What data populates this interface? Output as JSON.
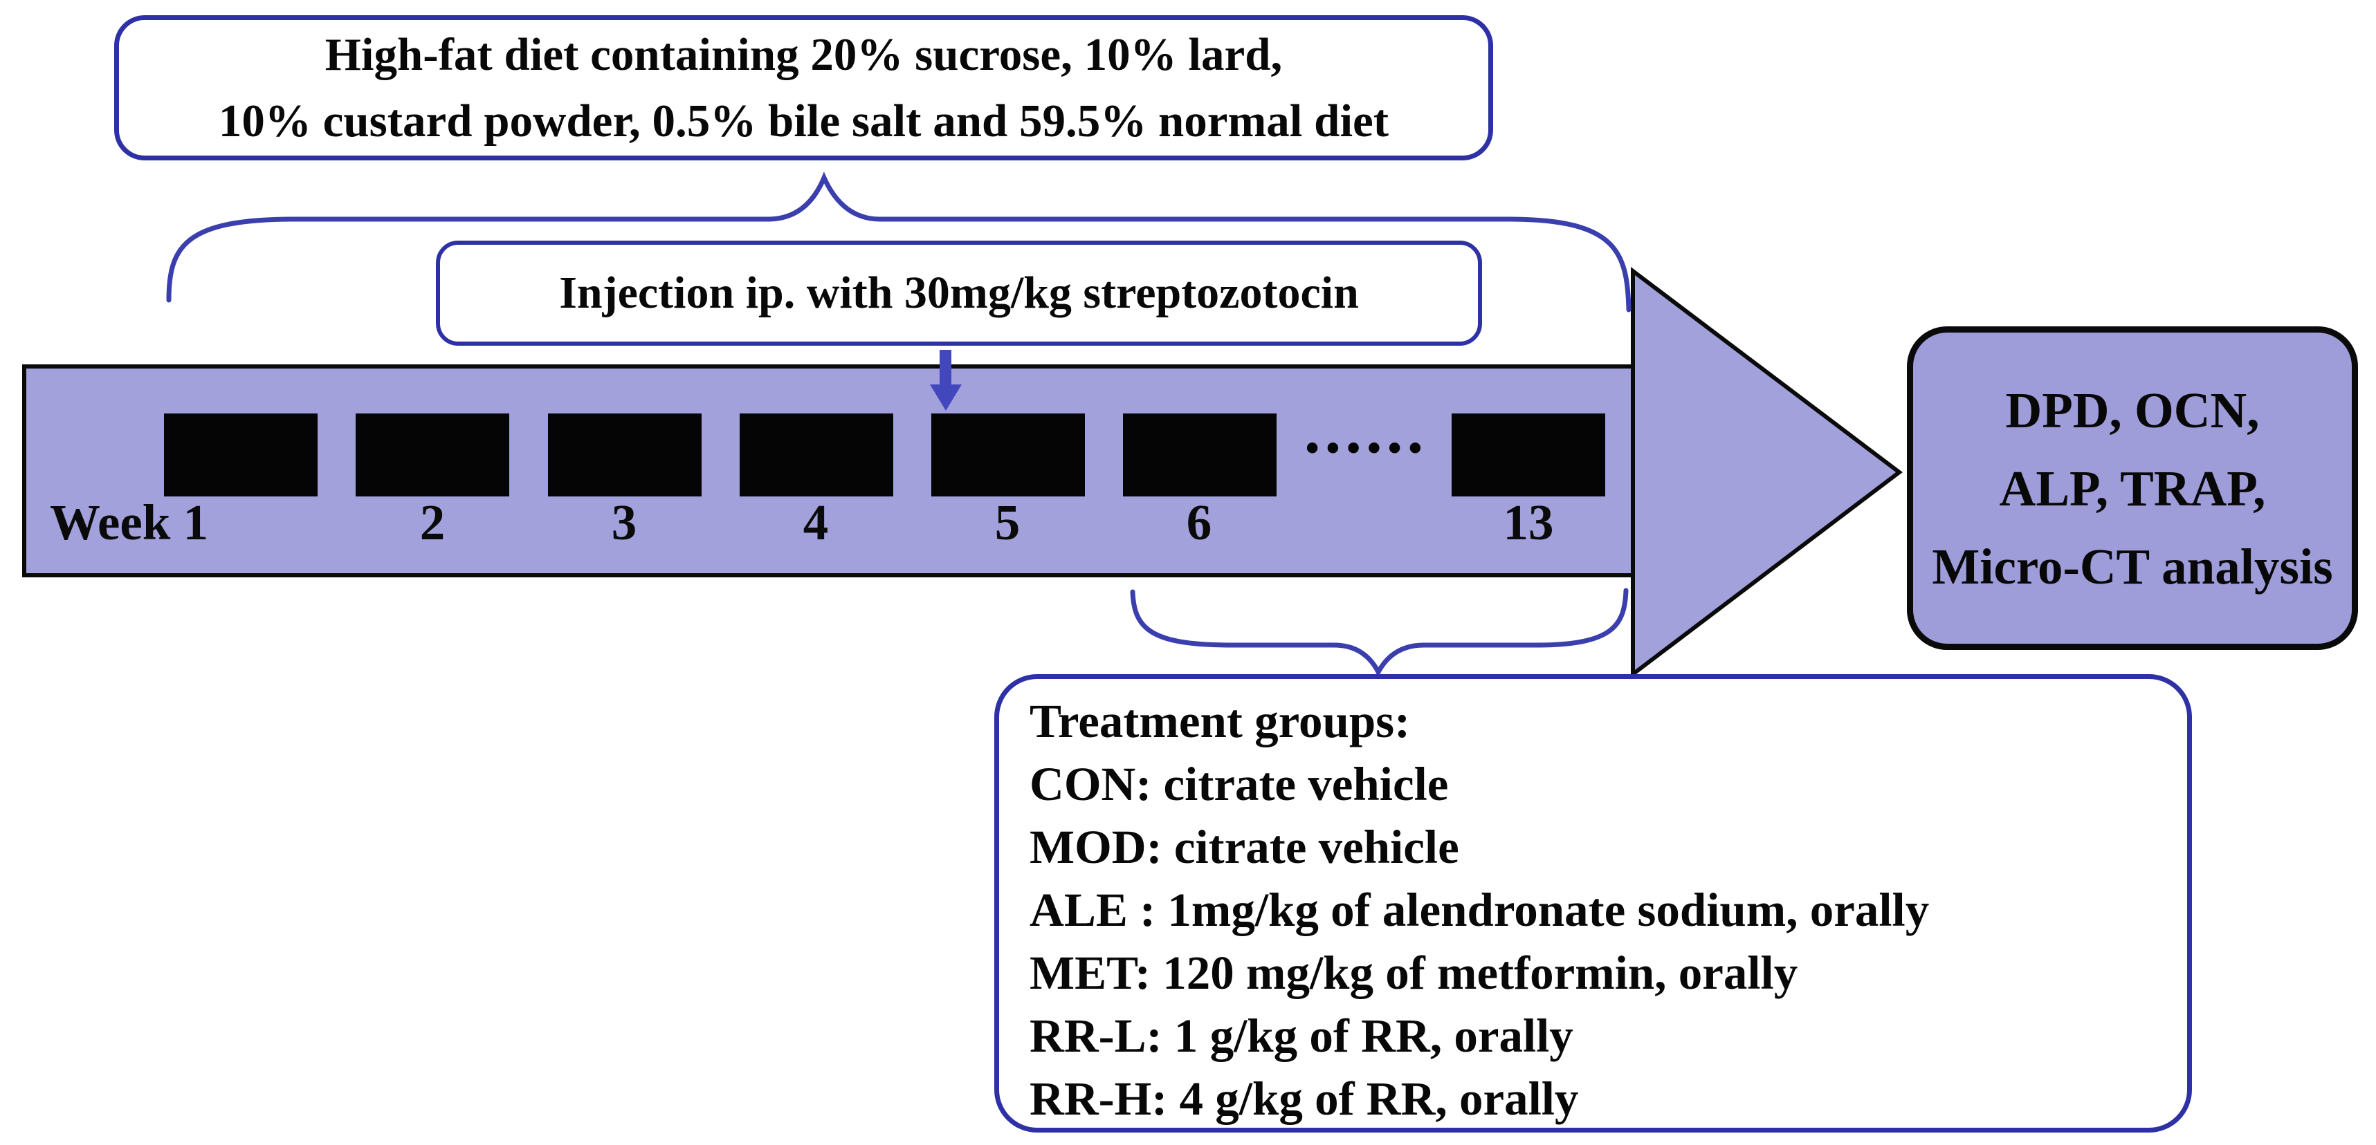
{
  "figure": {
    "high_fat_box": {
      "text": "High-fat diet containing 20% sucrose, 10% lard,\n10% custard powder, 0.5% bile salt and 59.5% normal diet"
    },
    "injection_box": {
      "text": "Injection ip. with 30mg/kg streptozotocin"
    },
    "analysis_box": {
      "text": "DPD,  OCN,\nALP,  TRAP,\nMicro-CT analysis"
    },
    "treatment_box": {
      "lines": [
        "Treatment groups:",
        "CON: citrate vehicle",
        "MOD: citrate vehicle",
        "ALE : 1mg/kg of alendronate sodium, orally",
        "MET: 120 mg/kg of metformin, orally",
        "RR-L: 1 g/kg of RR, orally",
        "RR-H: 4 g/kg of RR, orally"
      ]
    },
    "timeline": {
      "week_labels": [
        "Week 1",
        "2",
        "3",
        "4",
        "5",
        "6",
        "13"
      ],
      "dots": "......",
      "num_week_blocks": 7
    },
    "colors": {
      "band_purple": "#a2a1db",
      "analysis_box_purple": "#9e9dda",
      "border_blue": "#2e31a5",
      "brace_blue": "#3b3fae",
      "injection_arrow_blue": "#4247bd",
      "block_black": "#050505"
    }
  }
}
